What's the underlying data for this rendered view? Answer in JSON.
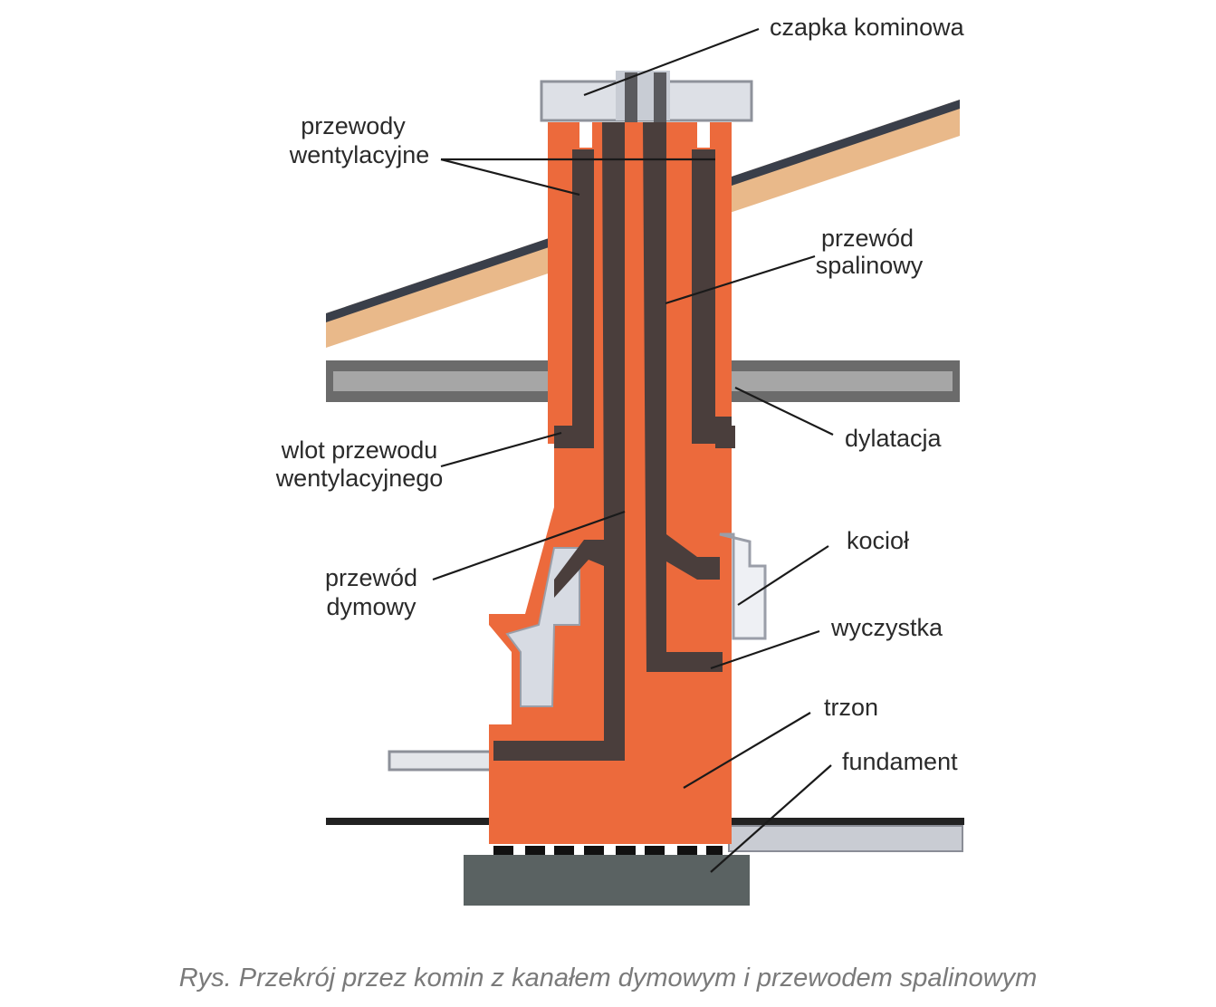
{
  "diagram": {
    "title": "Przekrój komina",
    "colors": {
      "brick": "#ec6a3c",
      "flue": "#4a3e3c",
      "roof_board": "#e9b98a",
      "slab": "#6b6b6b",
      "cap": "#dde0e6",
      "foundation": "#5a6262"
    },
    "labels": {
      "cap": "czapka kominowa",
      "vent_ducts_1": "przewody",
      "vent_ducts_2": "wentylacyjne",
      "flue_gas_1": "przewód",
      "flue_gas_2": "spalinowy",
      "expansion": "dylatacja",
      "vent_inlet_1": "wlot przewodu",
      "vent_inlet_2": "wentylacyjnego",
      "boiler": "kocioł",
      "smoke_1": "przewód",
      "smoke_2": "dymowy",
      "cleanout": "wyczystka",
      "shaft": "trzon",
      "foundation": "fundament"
    }
  },
  "caption": "Rys. Przekrój przez komin z kanałem dymowym i przewodem spalinowym"
}
